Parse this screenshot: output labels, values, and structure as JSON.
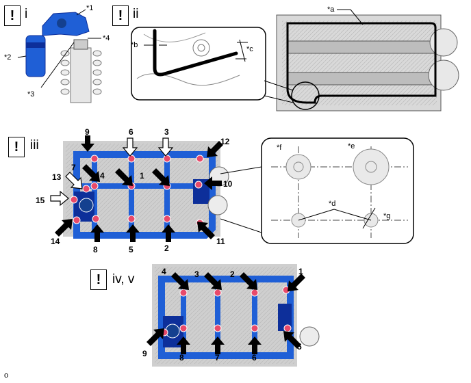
{
  "sections": {
    "s1": {
      "badge": "!",
      "label": "i",
      "callouts": [
        "*1",
        "*2",
        "*3",
        "*4"
      ]
    },
    "s2": {
      "badge": "!",
      "label": "ii",
      "callouts": [
        "*a",
        "*b",
        "*c"
      ]
    },
    "s3": {
      "badge": "!",
      "label": "iii",
      "numbers": [
        "1",
        "2",
        "3",
        "4",
        "5",
        "6",
        "7",
        "8",
        "9",
        "10",
        "11",
        "12",
        "13",
        "14",
        "15"
      ],
      "callouts": [
        "*d",
        "*e",
        "*f",
        "*g"
      ]
    },
    "s4": {
      "badge": "!",
      "label": "iv, v",
      "numbers": [
        "1",
        "2",
        "3",
        "4",
        "5",
        "6",
        "7",
        "8",
        "9"
      ]
    }
  },
  "footer_text": "o",
  "colors": {
    "head_blue": "#1f5fd6",
    "dark_blue": "#0d2f9a",
    "bolt_red": "#e84a6a"
  }
}
